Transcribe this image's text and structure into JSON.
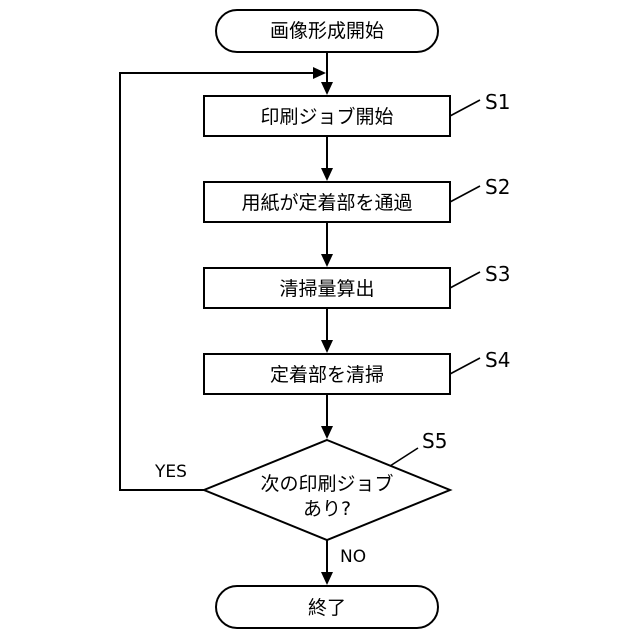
{
  "start": {
    "label": "画像形成開始"
  },
  "steps": [
    {
      "id": "S1",
      "label": "印刷ジョブ開始"
    },
    {
      "id": "S2",
      "label": "用紙が定着部を通過"
    },
    {
      "id": "S3",
      "label": "清掃量算出"
    },
    {
      "id": "S4",
      "label": "定着部を清掃"
    }
  ],
  "decision": {
    "id": "S5",
    "line1": "次の印刷ジョブ",
    "line2": "あり?",
    "yes_label": "YES",
    "no_label": "NO"
  },
  "end": {
    "label": "終了"
  }
}
